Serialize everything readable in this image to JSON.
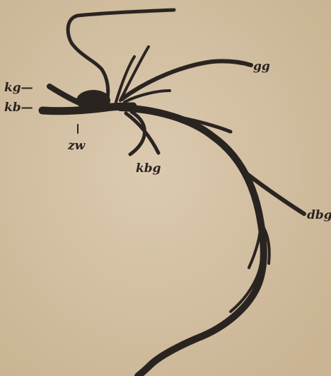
{
  "figure": {
    "labels": {
      "kg": "kg—",
      "kb": "kb—",
      "zw": "zw",
      "kbg": "kbg",
      "gg": "gg",
      "dbg": "dbg"
    },
    "colors": {
      "paper": "#d6c3a6",
      "ink": "#2a2421"
    }
  }
}
